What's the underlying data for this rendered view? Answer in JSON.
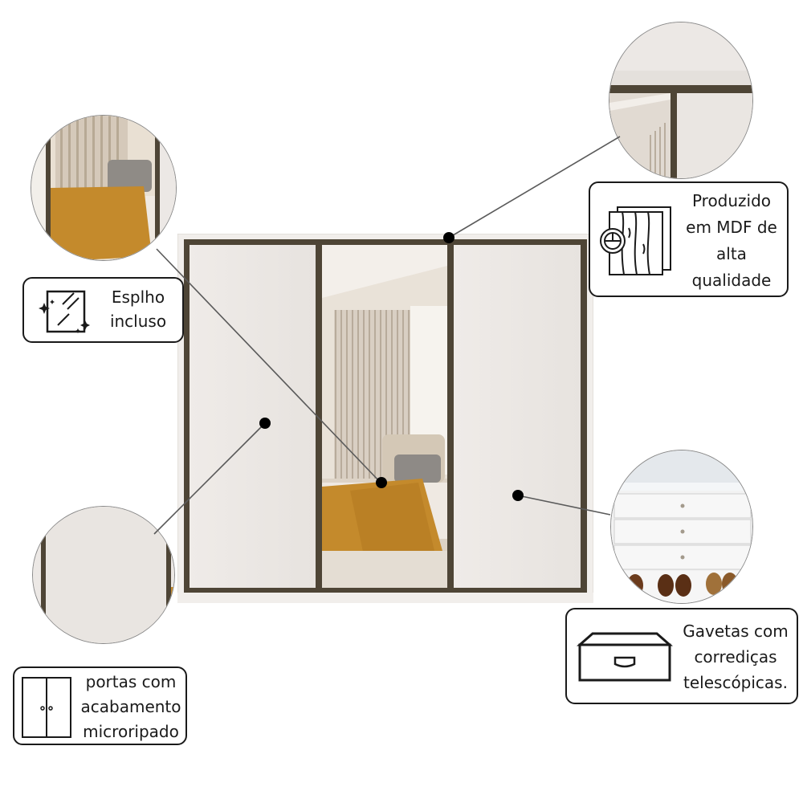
{
  "callouts": {
    "mirror": {
      "text": "Esplho\nincluso",
      "icon": "mirror-sparkle-icon"
    },
    "mdf": {
      "text": "Produzido\nem MDF de\nalta\nqualidade",
      "icon": "wood-planks-icon"
    },
    "drawers": {
      "text": "Gavetas com\ncorrediças\ntelescópicas.",
      "icon": "drawer-icon"
    },
    "doors": {
      "text": "portas com\nacabamento\nmicroripado",
      "icon": "double-door-icon"
    }
  },
  "colors": {
    "panel": "#ece8e5",
    "frame": "#4e4536",
    "carcass": "#f1eeeb",
    "throw": "#c48a2c",
    "border": "#1a1a1a"
  }
}
